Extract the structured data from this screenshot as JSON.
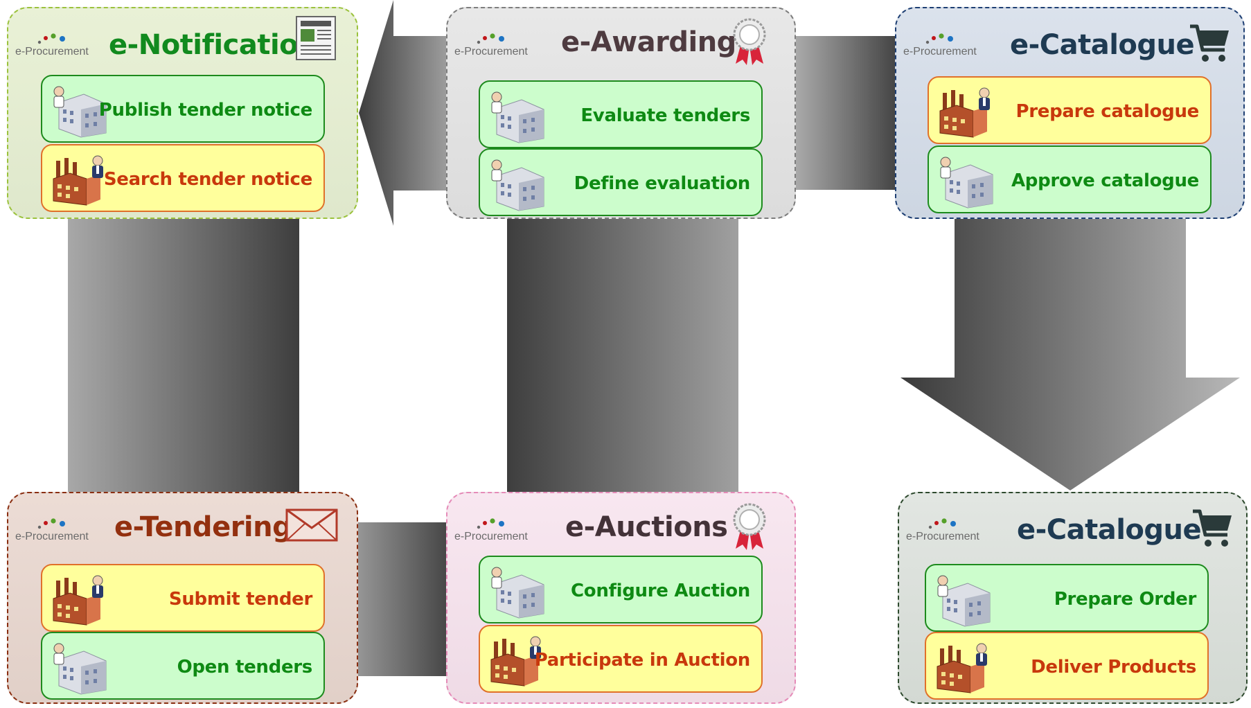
{
  "logo_text": "e-Procurement",
  "modules": {
    "notification": {
      "title": "e-Notification",
      "icon": "newspaper-icon",
      "tasks": [
        {
          "label": "Publish tender notice",
          "actor": "authority-building-icon",
          "color": "green"
        },
        {
          "label": "Search tender notice",
          "actor": "supplier-factory-icon",
          "color": "yellow"
        }
      ]
    },
    "awarding": {
      "title": "e-Awarding",
      "icon": "award-rosette-icon",
      "tasks": [
        {
          "label": "Evaluate tenders",
          "actor": "authority-building-icon",
          "color": "green"
        },
        {
          "label": "Define evaluation",
          "actor": "authority-building-icon",
          "color": "green"
        }
      ]
    },
    "catalogue_top": {
      "title": "e-Catalogue",
      "icon": "shopping-cart-icon",
      "tasks": [
        {
          "label": "Prepare catalogue",
          "actor": "supplier-factory-icon",
          "color": "yellow"
        },
        {
          "label": "Approve catalogue",
          "actor": "authority-building-icon",
          "color": "green"
        }
      ]
    },
    "tendering": {
      "title": "e-Tendering",
      "icon": "envelope-icon",
      "tasks": [
        {
          "label": "Submit tender",
          "actor": "supplier-factory-icon",
          "color": "yellow"
        },
        {
          "label": "Open tenders",
          "actor": "authority-building-icon",
          "color": "green"
        }
      ]
    },
    "auctions": {
      "title": "e-Auctions",
      "icon": "award-rosette-icon",
      "tasks": [
        {
          "label": "Configure Auction",
          "actor": "authority-building-icon",
          "color": "green"
        },
        {
          "label": "Participate in Auction",
          "actor": "supplier-factory-icon",
          "color": "yellow"
        }
      ]
    },
    "catalogue_bottom": {
      "title": "e-Catalogue",
      "icon": "shopping-cart-icon",
      "tasks": [
        {
          "label": "Prepare Order",
          "actor": "authority-building-icon",
          "color": "green"
        },
        {
          "label": "Deliver Products",
          "actor": "supplier-factory-icon",
          "color": "yellow"
        }
      ]
    }
  },
  "colors": {
    "task_green_fill": "#ccfdcc",
    "task_yellow_fill": "#ffff9c",
    "task_green_text": "#0e8a13",
    "task_yellow_text": "#c8380c",
    "arrow_dark": "#3e3e3e",
    "arrow_light": "#a8a8a8"
  }
}
